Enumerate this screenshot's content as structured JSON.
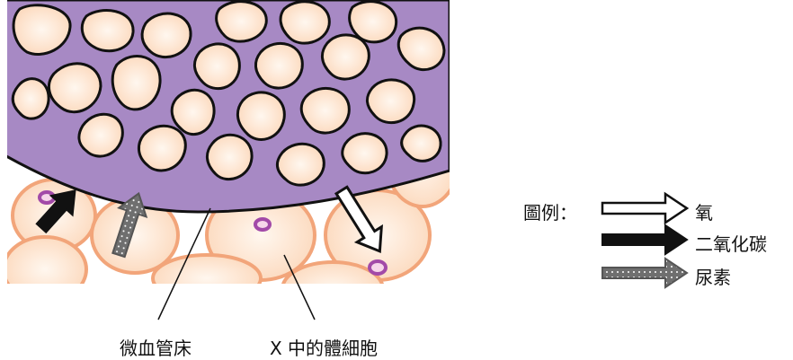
{
  "labels": {
    "capillary_bed": "微血管床",
    "body_cells": "X 中的體細胞"
  },
  "legend": {
    "title": "圖例：",
    "items": [
      {
        "label": "氧",
        "icon": "white-arrow-icon"
      },
      {
        "label": "二氧化碳",
        "icon": "black-arrow-icon"
      },
      {
        "label": "尿素",
        "icon": "dotted-grey-arrow-icon"
      }
    ]
  },
  "colors": {
    "capillary": "#a789c4",
    "cell_fill": "#fde3cc",
    "cell_outline": "#f2a57a",
    "nucleus": "#a24aa8",
    "urea_arrow": "#6f6f6f"
  }
}
